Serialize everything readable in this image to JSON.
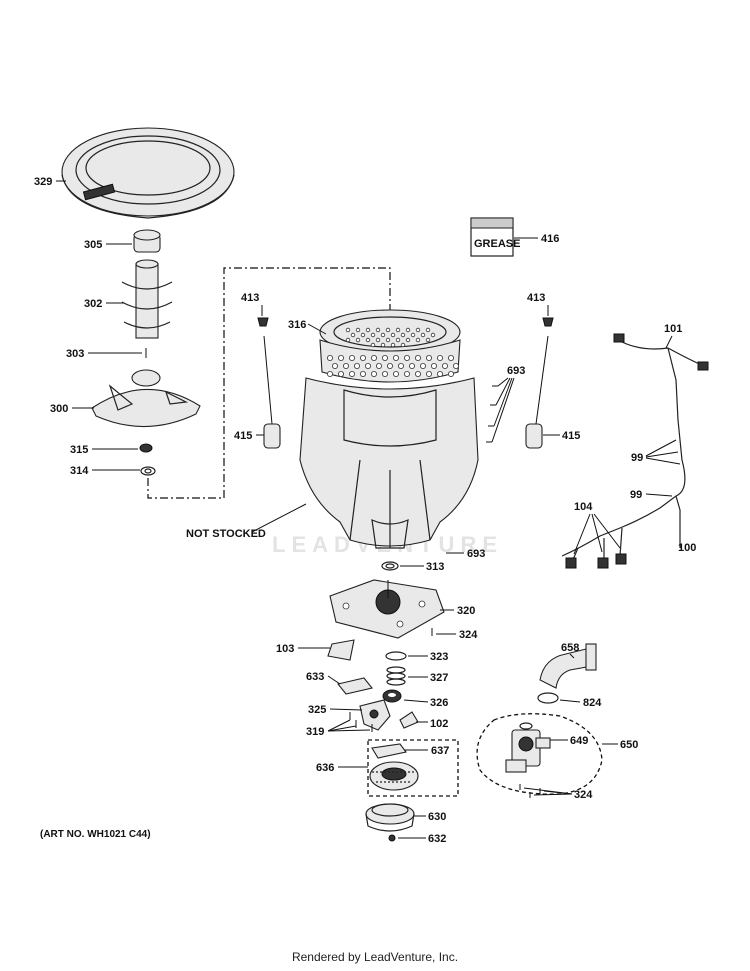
{
  "callouts": {
    "c329": "329",
    "c305": "305",
    "c302": "302",
    "c303": "303",
    "c300": "300",
    "c315": "315",
    "c314": "314",
    "c416": "416",
    "grease": "GREASE",
    "c413a": "413",
    "c413b": "413",
    "c316": "316",
    "c415a": "415",
    "c415b": "415",
    "c693a": "693",
    "c693b": "693",
    "not_stocked": "NOT STOCKED",
    "c101": "101",
    "c99a": "99",
    "c99b": "99",
    "c104": "104",
    "c100": "100",
    "c313": "313",
    "c320": "320",
    "c324a": "324",
    "c103": "103",
    "c323": "323",
    "c327": "327",
    "c633": "633",
    "c326": "326",
    "c325": "325",
    "c102": "102",
    "c319": "319",
    "c637": "637",
    "c636": "636",
    "c658": "658",
    "c824": "824",
    "c649": "649",
    "c650": "650",
    "c324b": "324",
    "c630": "630",
    "c632": "632"
  },
  "art_number": "(ART NO. WH1021 C44)",
  "watermark": "LEADVENTURE",
  "footer": "Rendered by LeadVenture, Inc.",
  "colors": {
    "ink": "#111111",
    "part_fill": "#e9e9e9",
    "watermark": "#e3e3e3"
  }
}
